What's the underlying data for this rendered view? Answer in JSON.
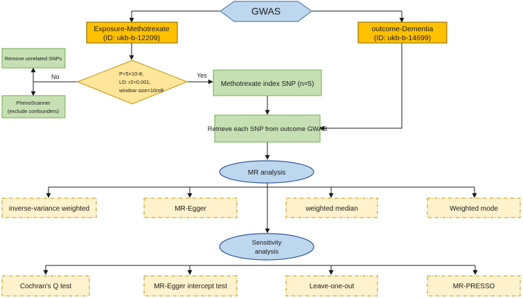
{
  "colors": {
    "hexagon_fill": "#bdd7ee",
    "hexagon_stroke": "#5a7fa6",
    "exposure_fill": "#ffc000",
    "exposure_stroke": "#7f6000",
    "process_fill": "#c6e0b4",
    "process_stroke": "#70ad47",
    "decision_fill": "#ffe699",
    "decision_stroke": "#bf9000",
    "ellipse_fill": "#bdd7ee",
    "ellipse_stroke": "#2f5597",
    "method_fill": "#fff2cc",
    "method_stroke": "#bf9000",
    "line": "#1a1a1a"
  },
  "gwas": {
    "label": "GWAS"
  },
  "exposure": {
    "line1": "Exposure-Methotrexate",
    "line2": "(ID: ukb-b-12209)"
  },
  "outcome": {
    "line1": "outcome-Dementia",
    "line2": "(ID: ukb-b-14699)"
  },
  "remove_snps": {
    "label": "Remove unrelated SNPs"
  },
  "phenoscanner": {
    "line1": "PhenoScanner",
    "line2": "(exclude confounders)"
  },
  "decision": {
    "line1": "P<5×10-8;",
    "line2": "LD: r2<0.001,",
    "line3": "window size=10mB",
    "no_label": "No",
    "yes_label": "Yes"
  },
  "index_snp": {
    "label": "Methotrexate index SNP (n=5)"
  },
  "retrieve": {
    "label": "Retrieve each SNP from outcome GWAS"
  },
  "mr_analysis": {
    "label": "MR analysis"
  },
  "mr_methods": [
    "inverse-variance weighted",
    "MR-Egger",
    "weighted median",
    "Weighted mode"
  ],
  "sensitivity": {
    "line1": "Sensitivity",
    "line2": "analysis"
  },
  "sensitivity_methods": [
    "Cochran’s Q test",
    "MR-Egger intercept test",
    "Leave-one-out",
    "MR-PRESSO"
  ]
}
